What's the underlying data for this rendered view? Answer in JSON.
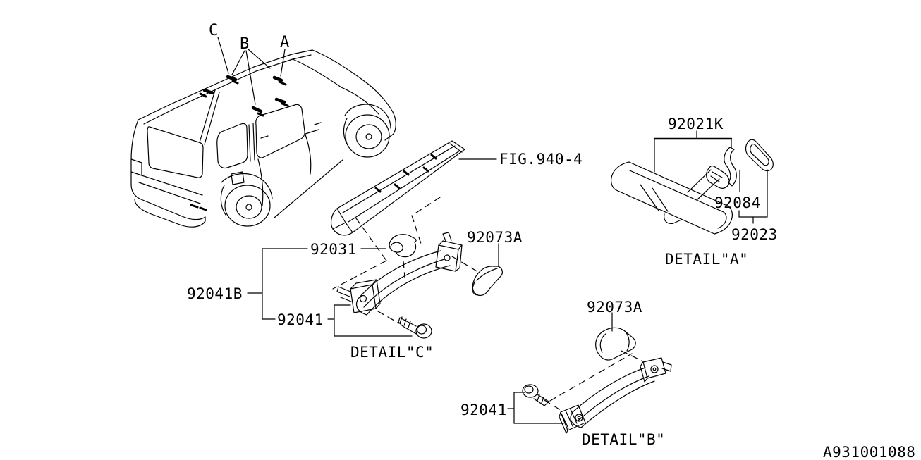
{
  "diagram": {
    "id": "A931001088",
    "figure_reference": "FIG.940-4",
    "callouts": {
      "a": "A",
      "b": "B",
      "c": "C"
    },
    "detail_a": {
      "caption": "DETAIL\"A\"",
      "parts": {
        "mirror_assembly": "92021K",
        "cover": "92084",
        "spacer": "92023"
      }
    },
    "detail_c": {
      "caption": "DETAIL\"C\"",
      "parts": {
        "clip": "92031",
        "assist_rail_assembly": "92041B",
        "assist_rail": "92041",
        "cap": "92073A"
      }
    },
    "detail_b": {
      "caption": "DETAIL\"B\"",
      "parts": {
        "assist_rail": "92041",
        "cap": "92073A"
      }
    }
  }
}
